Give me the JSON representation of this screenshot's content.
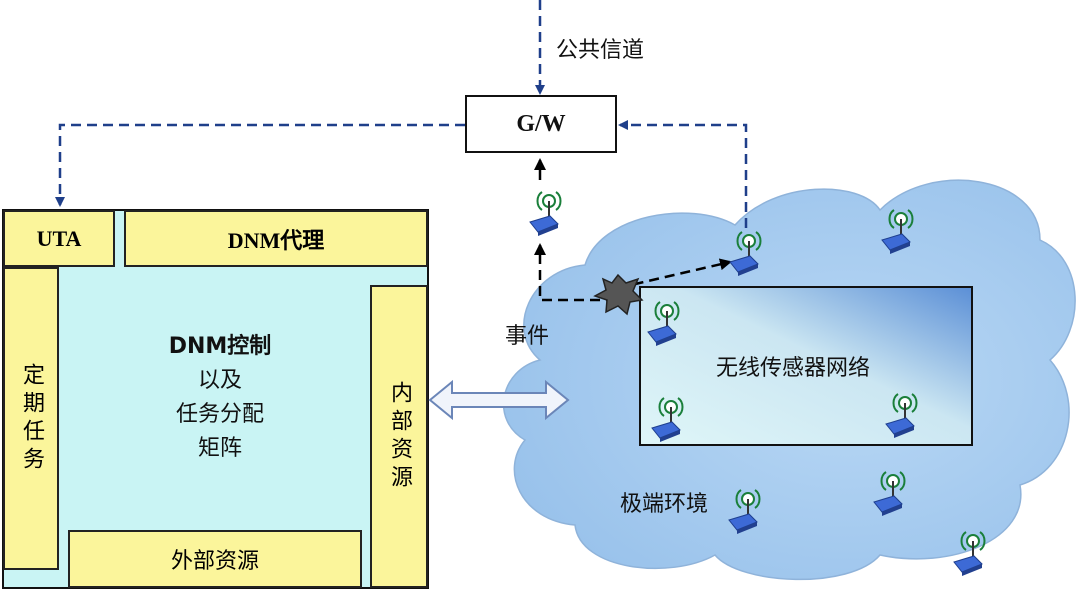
{
  "gateway": {
    "label": "G/W"
  },
  "public_channel": {
    "label": "公共信道"
  },
  "dnm_panel": {
    "uta_label": "UTA",
    "agent_label": "DNM代理",
    "control_label_line1": "DNM控制",
    "control_label_line2": "以及",
    "control_label_line3": "任务分配",
    "control_label_line4": "矩阵",
    "periodic_task_label": "定期任务",
    "internal_resource_label": "内部资源",
    "external_resource_label": "外部资源"
  },
  "environment": {
    "event_label": "事件",
    "wsn_label": "无线传感器网络",
    "extreme_env_label": "极端环境"
  },
  "colors": {
    "panel_fill": "#c9f4f4",
    "yellow_box": "#fbf59b",
    "cloud_fill": "#a9ccf0",
    "arrow_blue": "#1f3f8a",
    "wsn_gradient_start": "#dff6f8",
    "wsn_gradient_end": "#5b8fd6"
  },
  "icons": [
    "sensor-node-icon",
    "explosion-star-icon",
    "double-arrow-icon"
  ]
}
